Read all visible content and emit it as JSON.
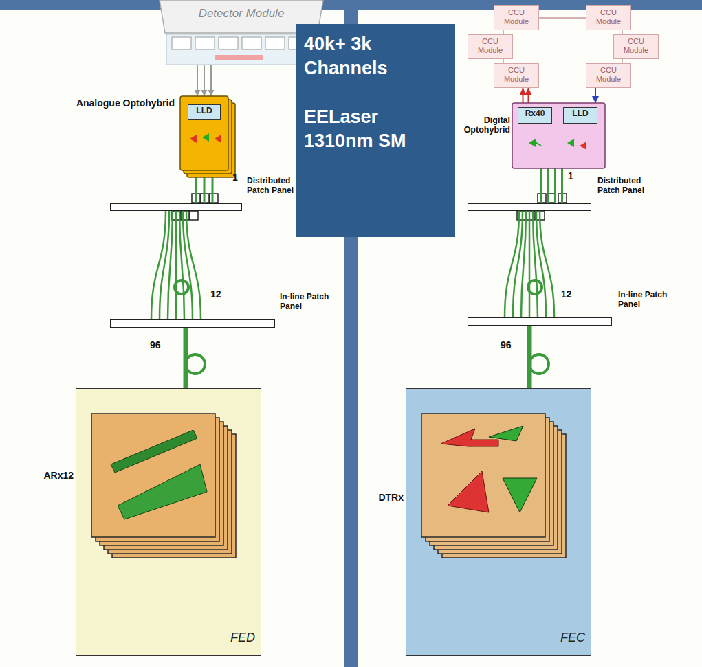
{
  "diagram": {
    "nodes": [
      {
        "text": [
          "Detector Module"
        ]
      },
      {
        "text": [
          "Analogue Optohybrid"
        ]
      },
      {
        "text": [
          "LLD"
        ],
        "in": 1
      },
      {
        "text": [
          "Distributed Patch Panel"
        ]
      },
      {
        "text": [
          "In-line Patch Panel"
        ]
      },
      {
        "text": [
          "ARx12",
          "FED"
        ]
      },
      {
        "text": [
          "40k+ 3k Channels",
          "EELaser 1310nm SM"
        ]
      },
      {
        "text": [
          "CCU Module"
        ]
      },
      {
        "text": [
          "CCU Module"
        ]
      },
      {
        "text": [
          "CCU Module"
        ]
      },
      {
        "text": [
          "CCU Module"
        ]
      },
      {
        "text": [
          "CCU Module"
        ]
      },
      {
        "text": [
          "CCU Module"
        ]
      },
      {
        "text": [
          "Digital Optohybrid"
        ]
      },
      {
        "text": [
          "Rx40"
        ],
        "in": 13
      },
      {
        "text": [
          "LLD"
        ],
        "in": 13
      },
      {
        "text": [
          "Distributed Patch Panel"
        ]
      },
      {
        "text": [
          "In-line Patch Panel"
        ]
      },
      {
        "text": [
          "DTRx",
          "FEC"
        ]
      }
    ],
    "edges": [
      {
        "from": 0,
        "to": 1,
        "arrow": "to"
      },
      {
        "from": 1,
        "to": 3,
        "arrow": "none"
      },
      {
        "from": 3,
        "to": 4,
        "arrow": "none"
      },
      {
        "from": 4,
        "to": 5,
        "arrow": "none"
      },
      {
        "from": 7,
        "to": 8,
        "arrow": "none"
      },
      {
        "from": 7,
        "to": 9,
        "arrow": "none"
      },
      {
        "from": 8,
        "to": 10,
        "arrow": "none"
      },
      {
        "from": 9,
        "to": 11,
        "arrow": "none"
      },
      {
        "from": 10,
        "to": 12,
        "arrow": "none"
      },
      {
        "from": 13,
        "to": 11,
        "arrow": "to"
      },
      {
        "from": 12,
        "to": 13,
        "arrow": "to"
      },
      {
        "from": 13,
        "to": 16,
        "arrow": "none"
      },
      {
        "from": 16,
        "to": 17,
        "arrow": "none"
      },
      {
        "from": 17,
        "to": 18,
        "arrow": "none"
      }
    ],
    "labels": [
      "1",
      "12",
      "96",
      "1",
      "12",
      "96"
    ]
  }
}
